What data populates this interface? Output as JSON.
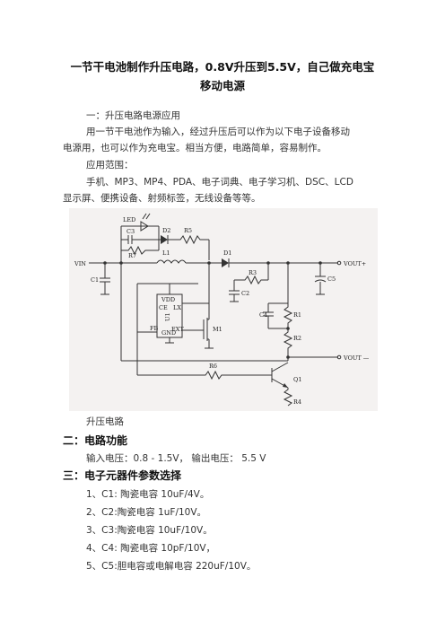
{
  "title_line1": "一节干电池制作升压电路，0.8V升压到5.5V，自己做充电宝",
  "title_line2": "移动电源",
  "section1_heading": "一：升压电路电源应用",
  "section1_para_line1": "用一节干电池作为输入，经过升压后可以作为以下电子设备移动",
  "section1_para_line2": "电源用，也可以作为充电宝。相当方便，电路简单，容易制作。",
  "scope_label": "应用范围：",
  "scope_line1": "手机、MP3、MP4、PDA、电子词典、电子学习机、DSC、LCD",
  "scope_line2": "显示屏、便携设备、射频标签，无线设备等等。",
  "circuit": {
    "led": "LED",
    "c3": "C3",
    "d2": "D2",
    "r5": "R5",
    "r7": "R7",
    "l1": "L1",
    "d1": "D1",
    "vin": "VIN",
    "vout_plus": "VOUT+",
    "c1": "C1",
    "r3": "R3",
    "c2": "C2",
    "c5": "C5",
    "vdd": "VDD",
    "ce": "CE",
    "lx": "LX",
    "u1": "U1",
    "fb": "FB",
    "gnd": "GND",
    "ext": "EXT",
    "m1": "M1",
    "c4": "C4",
    "r1": "R1",
    "r2": "R2",
    "vout_minus": "VOUT —",
    "r6": "R6",
    "q1": "Q1",
    "r4": "R4"
  },
  "caption": "升压电路",
  "section2_heading": "二：电路功能",
  "section2_line": "输入电压：0.8 - 1.5V， 输出电压： 5.5 V",
  "section3_heading": "三：电子元器件参数选择",
  "components": [
    "1、C1: 陶瓷电容 10uF/4V。",
    "2、C2:陶瓷电容 1uF/10V。",
    "3、C3:陶瓷电容 10uF/10V。",
    "4、C4: 陶瓷电容 10pF/10V，",
    "5、C5:胆电容或电解电容 220uF/10V。"
  ]
}
